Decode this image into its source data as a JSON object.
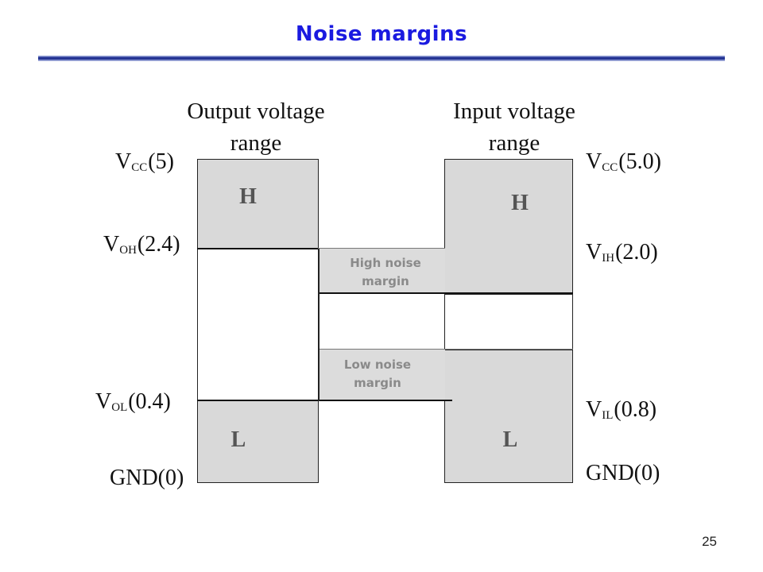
{
  "title": "Noise margins",
  "headings": {
    "output": [
      "Output voltage",
      "range"
    ],
    "input": [
      "Input voltage",
      "range"
    ]
  },
  "output_labels": {
    "vcc": {
      "main": "V",
      "sub": "CC",
      "value": "(5)"
    },
    "voh": {
      "main": "V",
      "sub": "OH",
      "value": "(2.4)"
    },
    "vol": {
      "main": "V",
      "sub": "OL",
      "value": "(0.4)"
    },
    "gnd": {
      "text": "GND(0)"
    }
  },
  "input_labels": {
    "vcc": {
      "main": "V",
      "sub": "CC",
      "value": "(5.0)"
    },
    "vih": {
      "main": "V",
      "sub": "IH",
      "value": "(2.0)"
    },
    "vil": {
      "main": "V",
      "sub": "IL",
      "value": "(0.8)"
    },
    "gnd": {
      "text": "GND(0)"
    }
  },
  "blocks": {
    "output_high": "H",
    "output_low": "L",
    "input_high": "H",
    "input_low": "L"
  },
  "margins": {
    "high": [
      "High noise",
      "margin"
    ],
    "low": [
      "Low noise",
      "margin"
    ]
  },
  "page_number": "25",
  "colors": {
    "title": "#1a1ae0",
    "block_fill": "#d9d9d9",
    "margin_text": "#8a8a8a"
  }
}
